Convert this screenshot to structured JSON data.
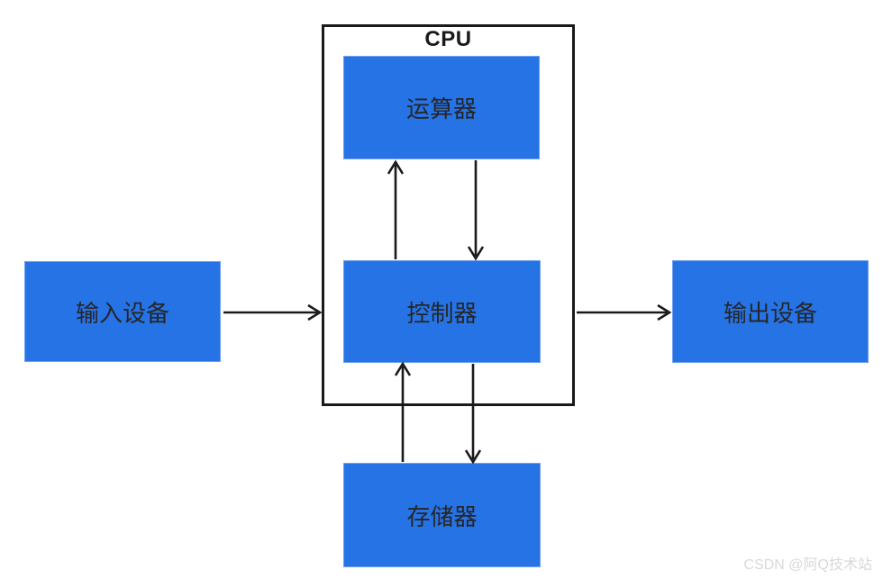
{
  "diagram": {
    "cpu_label": "CPU",
    "nodes": {
      "alu": "运算器",
      "controller": "控制器",
      "memory": "存储器",
      "input": "输入设备",
      "output": "输出设备"
    },
    "edges": [
      {
        "from": "input",
        "to": "controller",
        "direction": "right"
      },
      {
        "from": "controller",
        "to": "output",
        "direction": "right"
      },
      {
        "from": "controller",
        "to": "alu",
        "direction": "up"
      },
      {
        "from": "alu",
        "to": "controller",
        "direction": "down"
      },
      {
        "from": "memory",
        "to": "controller",
        "direction": "up"
      },
      {
        "from": "controller",
        "to": "memory",
        "direction": "down"
      }
    ],
    "colors": {
      "node_fill": "#2673e6",
      "node_edge": "#6f9ff0",
      "node_text": "#262626",
      "arrow": "#1a1a1a",
      "cpu_border": "#1a1a1a",
      "watermark": "#d8d8d8"
    },
    "watermark": "CSDN @阿Q技术站"
  }
}
